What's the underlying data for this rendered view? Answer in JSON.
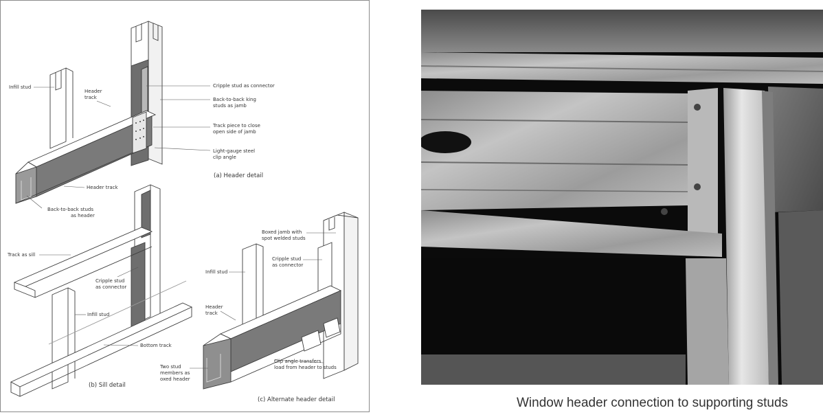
{
  "drawing": {
    "header_detail": {
      "caption": "(a) Header detail",
      "labels": {
        "infill_stud": "Infill stud",
        "header_track": [
          "Header",
          "track"
        ],
        "cripple_stud_connector": "Cripple stud as connector",
        "back_to_back_king": [
          "Back-to-back king",
          "studs as jamb"
        ],
        "track_piece": [
          "Track piece to close",
          "open side of jamb"
        ],
        "clip_angle": [
          "Light-gauge steel",
          "clip angle"
        ],
        "header_track_lower": "Header track",
        "back_to_back_header": [
          "Back-to-back studs",
          "as header"
        ]
      }
    },
    "sill_detail": {
      "caption": "(b) Sill detail",
      "labels": {
        "track_as_sill": "Track as sill",
        "cripple_stud_connector": [
          "Cripple stud",
          "as connector"
        ],
        "infill_stud": "Infill stud",
        "bottom_track": "Bottom track"
      }
    },
    "alternate_header_detail": {
      "caption": "(c) Alternate header detail",
      "labels": {
        "boxed_jamb": [
          "Boxed jamb with",
          "spot welded studs"
        ],
        "cripple_stud_connector": [
          "Cripple stud",
          "as connector"
        ],
        "infill_stud": "Infill stud",
        "header_track": [
          "Header",
          "track"
        ],
        "two_stud_members": [
          "Two stud",
          "members as",
          "oxed header"
        ],
        "clip_angle_transfers": [
          "Clip angle transfers",
          "load from header to studs"
        ]
      }
    }
  },
  "photo": {
    "caption": "Window header connection to supporting studs"
  }
}
